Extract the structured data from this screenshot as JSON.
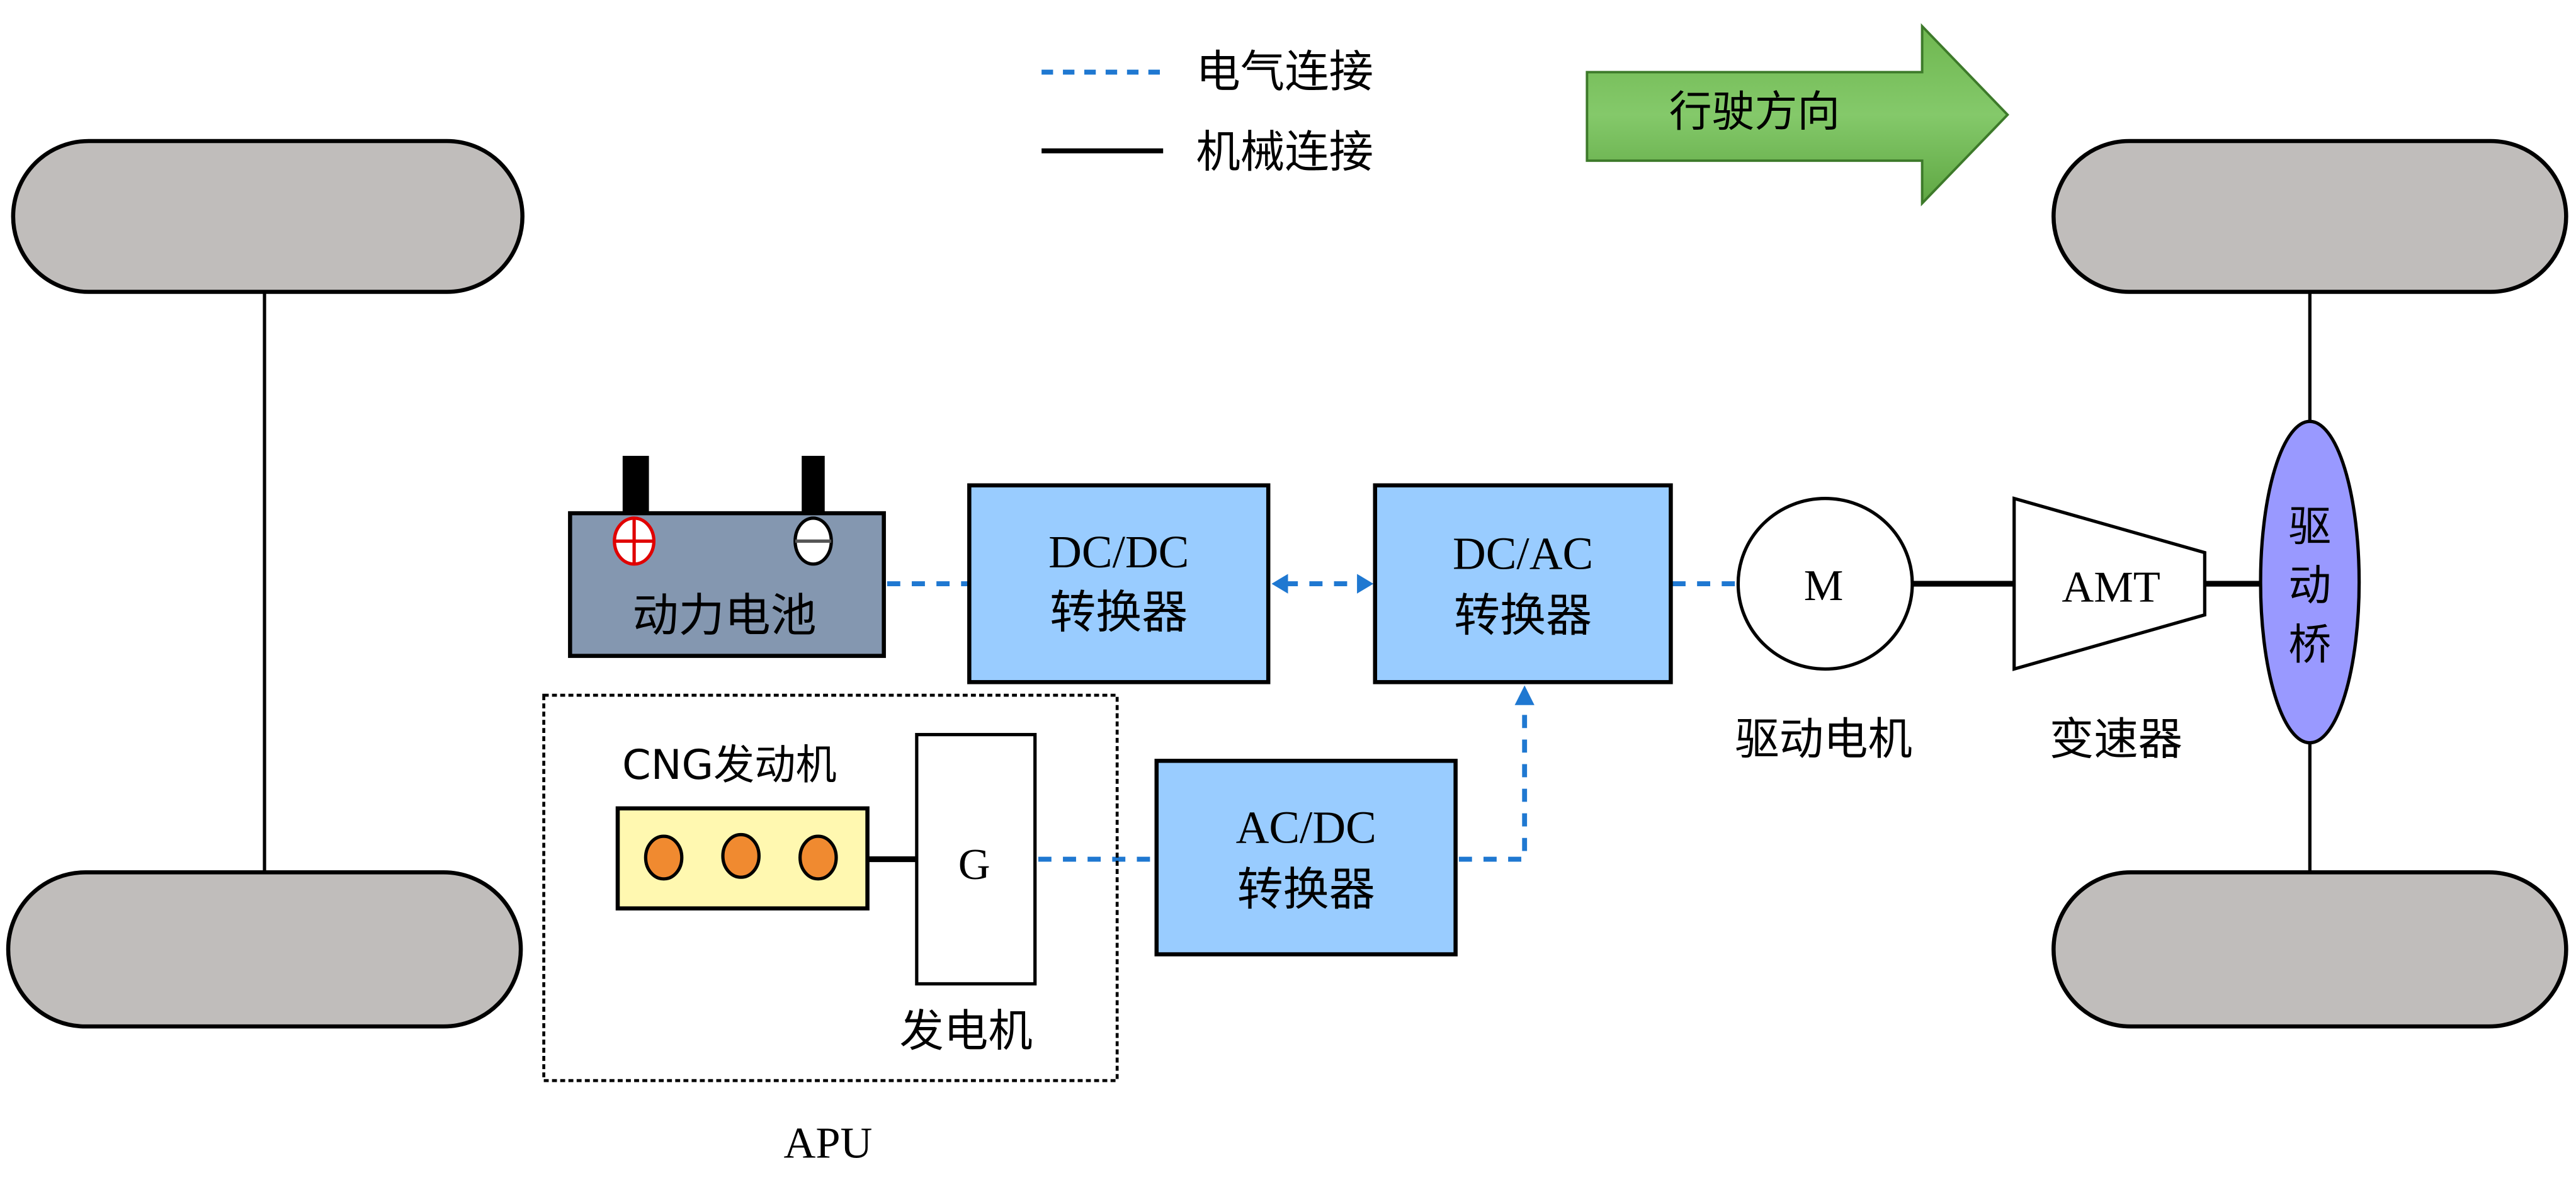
{
  "legend": {
    "electrical": "电气连接",
    "mechanical": "机械连接"
  },
  "direction_arrow": {
    "label": "行驶方向"
  },
  "components": {
    "battery": {
      "label": "动力电池"
    },
    "dcdc": {
      "line1": "DC/DC",
      "line2": "转换器"
    },
    "dcac": {
      "line1": "DC/AC",
      "line2": "转换器"
    },
    "acdc": {
      "line1": "AC/DC",
      "line2": "转换器"
    },
    "motor": {
      "symbol": "M",
      "caption": "驱动电机"
    },
    "transmission": {
      "symbol": "AMT",
      "caption": "变速器"
    },
    "drive_axle": {
      "chars": [
        "驱",
        "动",
        "桥"
      ]
    },
    "engine": {
      "caption": "CNG发动机"
    },
    "generator": {
      "symbol": "G",
      "caption": "发电机"
    },
    "apu": {
      "label": "APU"
    }
  },
  "colors": {
    "electrical_line": "#1f78d1",
    "converter_fill": "#99ccff",
    "battery_fill": "#8497b0",
    "wheel_fill": "#c0bdbb",
    "engine_fill": "#fff8b0",
    "cylinder_fill": "#f08a30",
    "axle_fill": "#9999ff",
    "arrow_fill": "#76c05a"
  }
}
